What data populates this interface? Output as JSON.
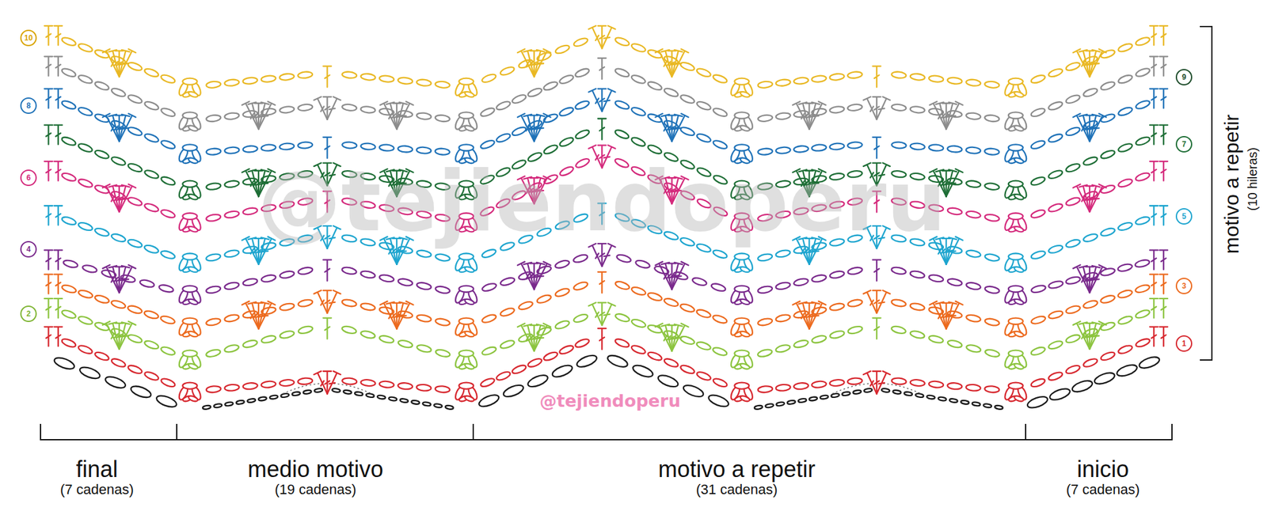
{
  "diagram": {
    "nodes": [
      {
        "text": [
          "10"
        ]
      },
      {
        "text": [
          "9"
        ]
      },
      {
        "text": [
          "8"
        ]
      },
      {
        "text": [
          "7"
        ]
      },
      {
        "text": [
          "6"
        ]
      },
      {
        "text": [
          "5"
        ]
      },
      {
        "text": [
          "4"
        ]
      },
      {
        "text": [
          "3"
        ]
      },
      {
        "text": [
          "2"
        ]
      },
      {
        "text": [
          "1"
        ]
      }
    ],
    "labels": [
      "@tejiendoperu",
      "motivo a repetir",
      "(10 hileras)",
      "@tejiendoperu",
      "final",
      "(7 cadenas)",
      "medio motivo",
      "(19 cadenas)",
      "motivo a repetir",
      "(31 cadenas)",
      "inicio",
      "(7 cadenas)"
    ]
  }
}
